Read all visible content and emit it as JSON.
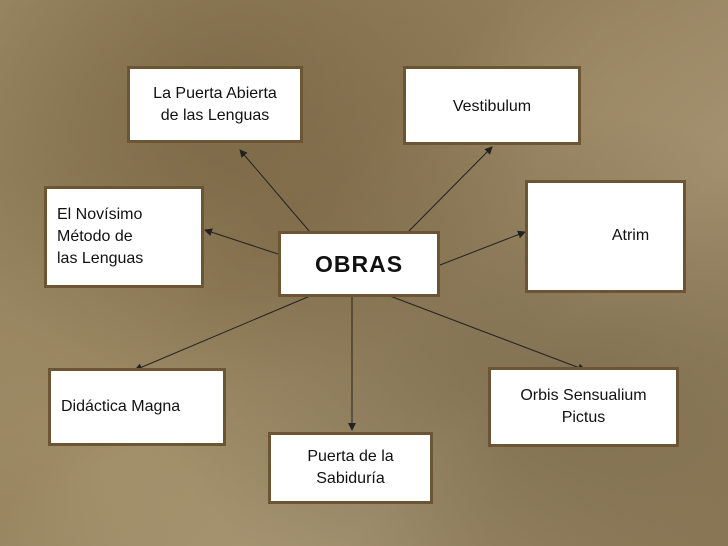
{
  "center": {
    "label": "OBRAS"
  },
  "nodes": {
    "puerta_abierta": "La Puerta Abierta\nde las Lenguas",
    "vestibulum": "Vestibulum",
    "novisimo": "El Novísimo\nMétodo de\nlas Lenguas",
    "atrim": "Atrim",
    "didactica": "Didáctica Magna",
    "orbis": "Orbis Sensualium\nPictus",
    "puerta_sabiduria": "Puerta de la\nSabiduría"
  },
  "colors": {
    "box_border": "#6b5535",
    "arrow": "#222222",
    "box_fill": "#ffffff"
  }
}
